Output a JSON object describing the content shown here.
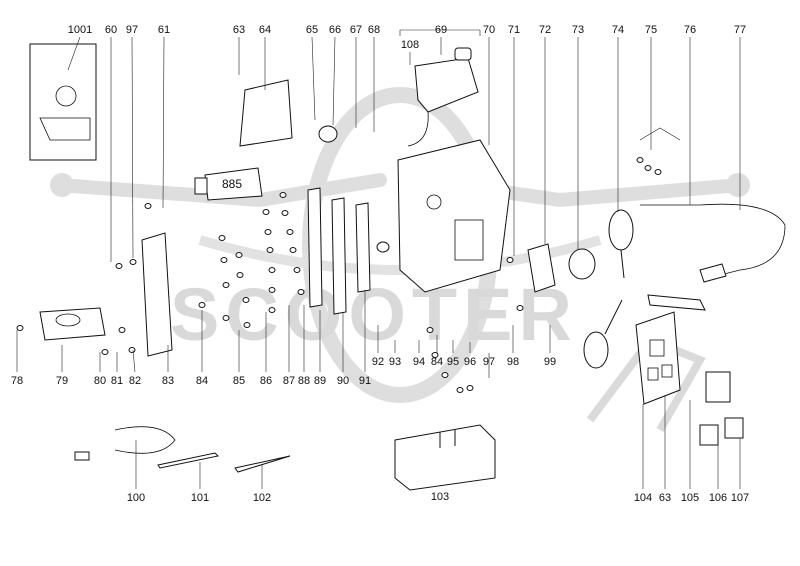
{
  "diagram": {
    "watermark_text": "SCOOTER",
    "tube_label": "885",
    "callouts": [
      "1001",
      "60",
      "97",
      "61",
      "63",
      "64",
      "65",
      "66",
      "67",
      "68",
      "108",
      "69",
      "70",
      "71",
      "72",
      "73",
      "74",
      "75",
      "76",
      "77",
      "78",
      "79",
      "80",
      "81",
      "82",
      "83",
      "84",
      "85",
      "86",
      "87",
      "88",
      "89",
      "90",
      "91",
      "92",
      "93",
      "94",
      "84",
      "95",
      "96",
      "97",
      "98",
      "99",
      "100",
      "101",
      "102",
      "103",
      "104",
      "63",
      "105",
      "106",
      "107"
    ]
  }
}
